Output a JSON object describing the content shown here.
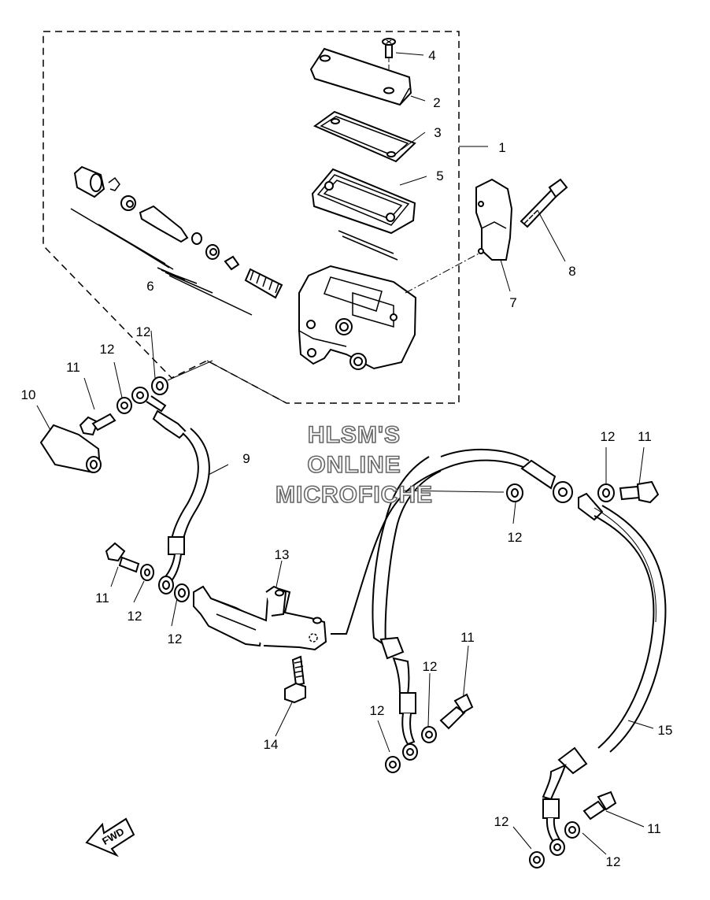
{
  "watermark": {
    "line1": "HLSM'S",
    "line2": "ONLINE",
    "line3": "MICROFICHE"
  },
  "fwd_label": "FWD",
  "callouts": [
    {
      "id": "c4a",
      "text": "4"
    },
    {
      "id": "c2a",
      "text": "2"
    },
    {
      "id": "c3a",
      "text": "3"
    },
    {
      "id": "c1a",
      "text": "1"
    },
    {
      "id": "c5a",
      "text": "5"
    },
    {
      "id": "c8a",
      "text": "8"
    },
    {
      "id": "c7a",
      "text": "7"
    },
    {
      "id": "c6a",
      "text": "6"
    },
    {
      "id": "c12a",
      "text": "12"
    },
    {
      "id": "c12b",
      "text": "12"
    },
    {
      "id": "c11a",
      "text": "11"
    },
    {
      "id": "c10a",
      "text": "10"
    },
    {
      "id": "c9a",
      "text": "9"
    },
    {
      "id": "c12c",
      "text": "12"
    },
    {
      "id": "c11b",
      "text": "11"
    },
    {
      "id": "c12d",
      "text": "12"
    },
    {
      "id": "c13a",
      "text": "13"
    },
    {
      "id": "c11c",
      "text": "11"
    },
    {
      "id": "c12e",
      "text": "12"
    },
    {
      "id": "c12f",
      "text": "12"
    },
    {
      "id": "c14a",
      "text": "14"
    },
    {
      "id": "c12g",
      "text": "12"
    },
    {
      "id": "c11d",
      "text": "11"
    },
    {
      "id": "c12h",
      "text": "12"
    },
    {
      "id": "c15a",
      "text": "15"
    },
    {
      "id": "c12i",
      "text": "12"
    },
    {
      "id": "c11e",
      "text": "11"
    },
    {
      "id": "c12j",
      "text": "12"
    }
  ]
}
